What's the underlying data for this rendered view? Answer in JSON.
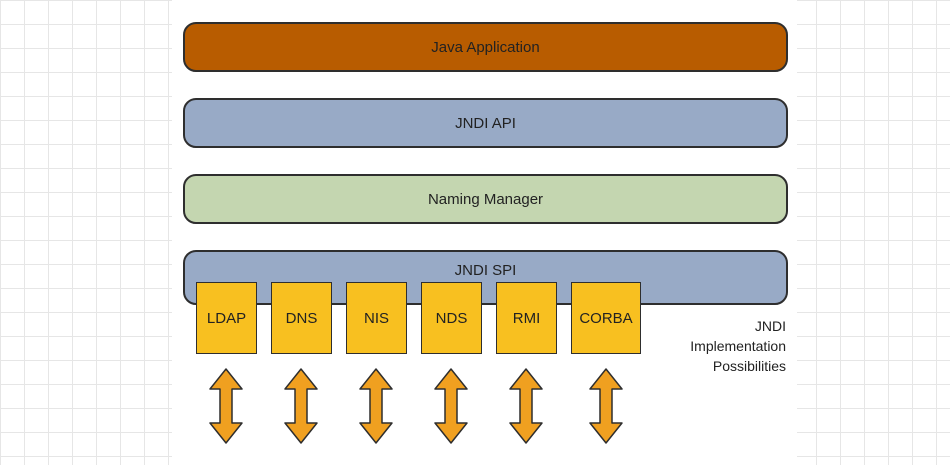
{
  "colors": {
    "app_layer": "#b85c00",
    "api_layer": "#98aac6",
    "naming_layer": "#c4d6b0",
    "spi_layer": "#98aac6",
    "impl_box": "#f8c020",
    "arrow": "#f0a020",
    "outline": "#2e2e2e"
  },
  "layers": {
    "application": "Java Application",
    "api": "JNDI API",
    "naming_manager": "Naming Manager",
    "spi": "JNDI SPI"
  },
  "implementations": [
    {
      "label": "LDAP"
    },
    {
      "label": "DNS"
    },
    {
      "label": "NIS"
    },
    {
      "label": "NDS"
    },
    {
      "label": "RMI"
    },
    {
      "label": "CORBA"
    }
  ],
  "caption": {
    "line1": "JNDI",
    "line2": "Implementation",
    "line3": "Possibilities"
  },
  "arrow_icon": "double-headed-vertical-arrow-icon"
}
